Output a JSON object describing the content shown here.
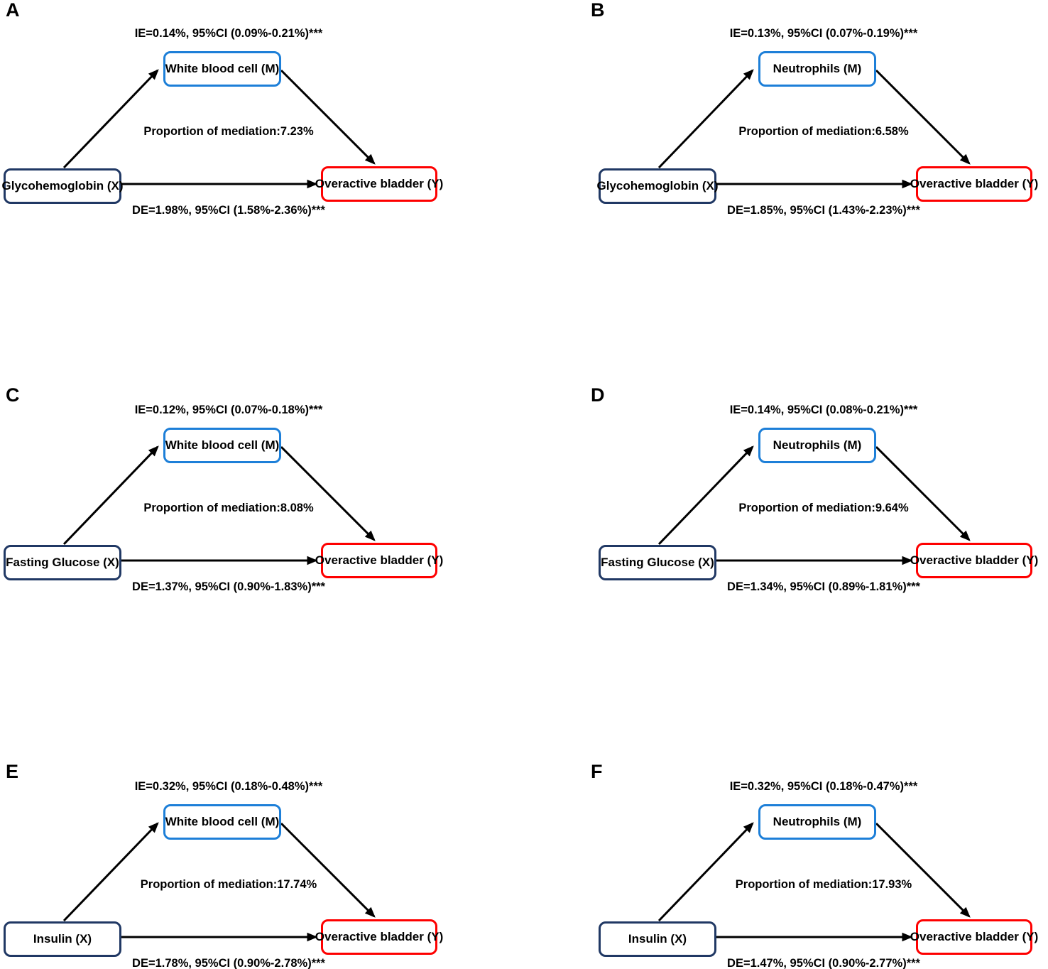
{
  "figure": {
    "description": "Mediation analysis path diagrams, panels A-F",
    "colors": {
      "mediator_box_border": "#1d7fd8",
      "exposure_box_border": "#203864",
      "outcome_box_border": "#fe0000",
      "arrow": "#000000",
      "text": "#000000",
      "background": "#ffffff"
    },
    "panels": [
      {
        "label": "A",
        "ie_text": "IE=0.14%, 95%CI (0.09%-0.21%)***",
        "mediator": "White blood cell (M)",
        "exposure": "Glycohemoglobin (X)",
        "outcome": "Overactive bladder (Y)",
        "proportion_text": "Proportion of mediation:7.23%",
        "de_text": "DE=1.98%, 95%CI (1.58%-2.36%)***"
      },
      {
        "label": "B",
        "ie_text": "IE=0.13%, 95%CI (0.07%-0.19%)***",
        "mediator": "Neutrophils (M)",
        "exposure": "Glycohemoglobin (X)",
        "outcome": "Overactive bladder (Y)",
        "proportion_text": "Proportion of mediation:6.58%",
        "de_text": "DE=1.85%, 95%CI (1.43%-2.23%)***"
      },
      {
        "label": "C",
        "ie_text": "IE=0.12%, 95%CI (0.07%-0.18%)***",
        "mediator": "White blood cell (M)",
        "exposure": "Fasting Glucose (X)",
        "outcome": "Overactive bladder (Y)",
        "proportion_text": "Proportion of mediation:8.08%",
        "de_text": "DE=1.37%, 95%CI (0.90%-1.83%)***"
      },
      {
        "label": "D",
        "ie_text": "IE=0.14%, 95%CI (0.08%-0.21%)***",
        "mediator": "Neutrophils (M)",
        "exposure": "Fasting Glucose (X)",
        "outcome": "Overactive bladder (Y)",
        "proportion_text": "Proportion of mediation:9.64%",
        "de_text": "DE=1.34%, 95%CI (0.89%-1.81%)***"
      },
      {
        "label": "E",
        "ie_text": "IE=0.32%, 95%CI (0.18%-0.48%)***",
        "mediator": "White blood cell (M)",
        "exposure": "Insulin (X)",
        "outcome": "Overactive bladder (Y)",
        "proportion_text": "Proportion of mediation:17.74%",
        "de_text": "DE=1.78%, 95%CI (0.90%-2.78%)***"
      },
      {
        "label": "F",
        "ie_text": "IE=0.32%, 95%CI (0.18%-0.47%)***",
        "mediator": "Neutrophils (M)",
        "exposure": "Insulin (X)",
        "outcome": "Overactive bladder (Y)",
        "proportion_text": "Proportion of mediation:17.93%",
        "de_text": "DE=1.47%, 95%CI (0.90%-2.77%)***"
      }
    ]
  }
}
